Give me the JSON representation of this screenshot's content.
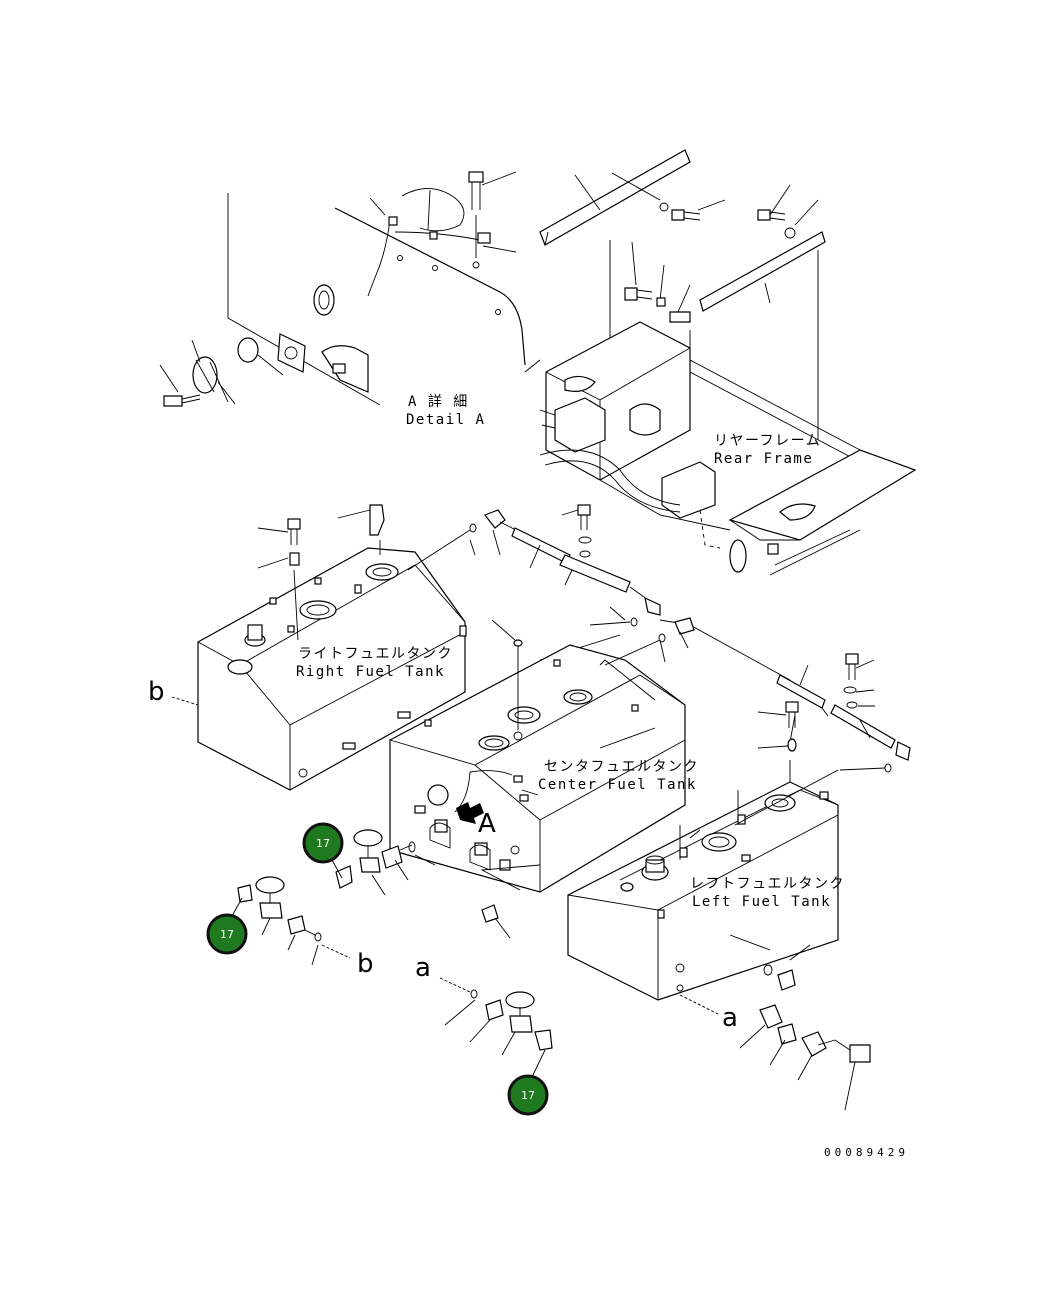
{
  "labels": {
    "detail_a_jp": "A 詳 細",
    "detail_a_en": "Detail A",
    "rear_frame_jp": "リヤーフレーム",
    "rear_frame_en": "Rear Frame",
    "right_tank_jp": "ライトフュエルタンク",
    "right_tank_en": "Right Fuel Tank",
    "center_tank_jp": "センタフュエルタンク",
    "center_tank_en": "Center Fuel Tank",
    "left_tank_jp": "レフトフュエルタンク",
    "left_tank_en": "Left Fuel Tank",
    "view_a": "A",
    "ref_b_1": "b",
    "ref_b_2": "b",
    "ref_a_1": "a",
    "ref_a_2": "a",
    "drawing_number": "00089429"
  },
  "callouts": [
    {
      "number": "17"
    },
    {
      "number": "17"
    },
    {
      "number": "17"
    }
  ],
  "colors": {
    "callout_fill": "#1f7a1f",
    "callout_border": "#111111",
    "line": "#000000",
    "background": "#ffffff"
  }
}
